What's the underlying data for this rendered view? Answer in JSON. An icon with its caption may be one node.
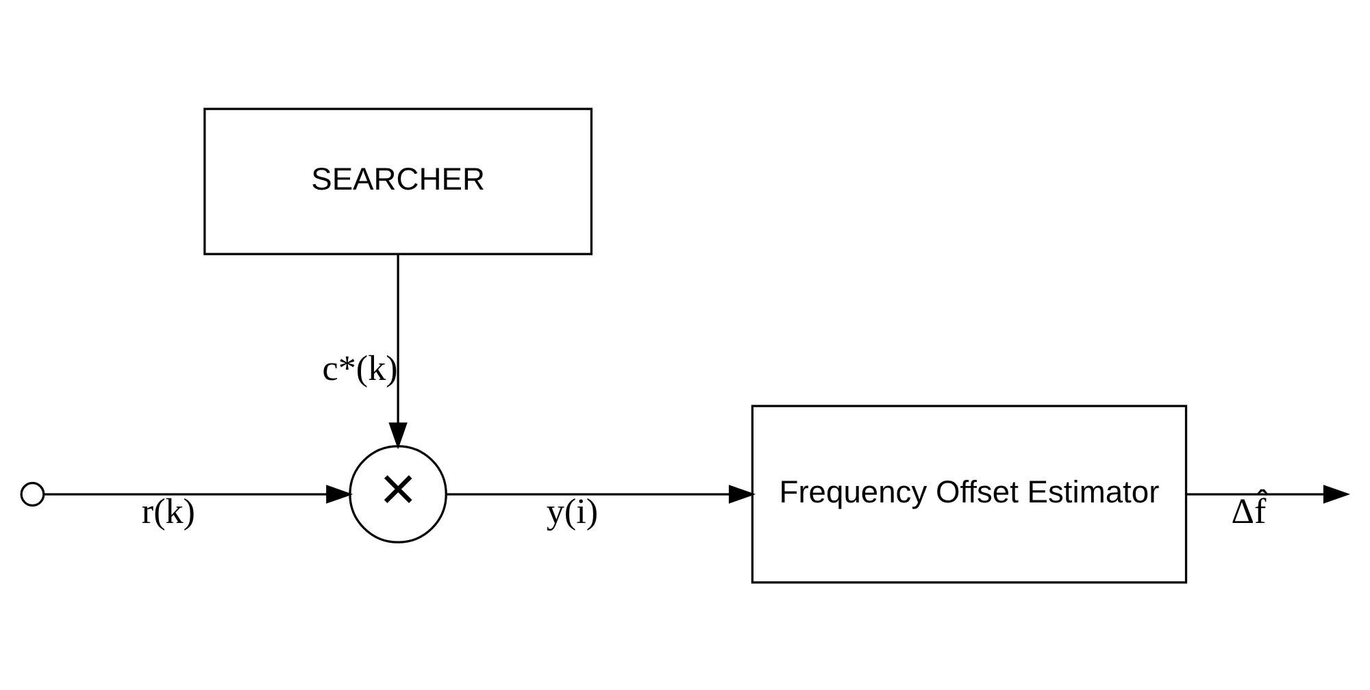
{
  "diagram": {
    "nodes": [
      {
        "text": [],
        "shape": "circle"
      },
      {
        "text": [
          "×"
        ]
      },
      {
        "text": [
          "Frequency Offset Estimator"
        ]
      },
      {
        "text": [
          "SEARCHER"
        ]
      }
    ],
    "edges": [
      {
        "from": 0,
        "to": 1,
        "arrow": "to",
        "label": "r(k)"
      },
      {
        "from": 1,
        "to": 2,
        "arrow": "to",
        "label": "y(i)"
      },
      {
        "from": 3,
        "to": 1,
        "arrow": "to",
        "label": "c*(k)"
      },
      {
        "from": 2,
        "to": null,
        "arrow": "to",
        "label": "Δf̂"
      }
    ]
  }
}
